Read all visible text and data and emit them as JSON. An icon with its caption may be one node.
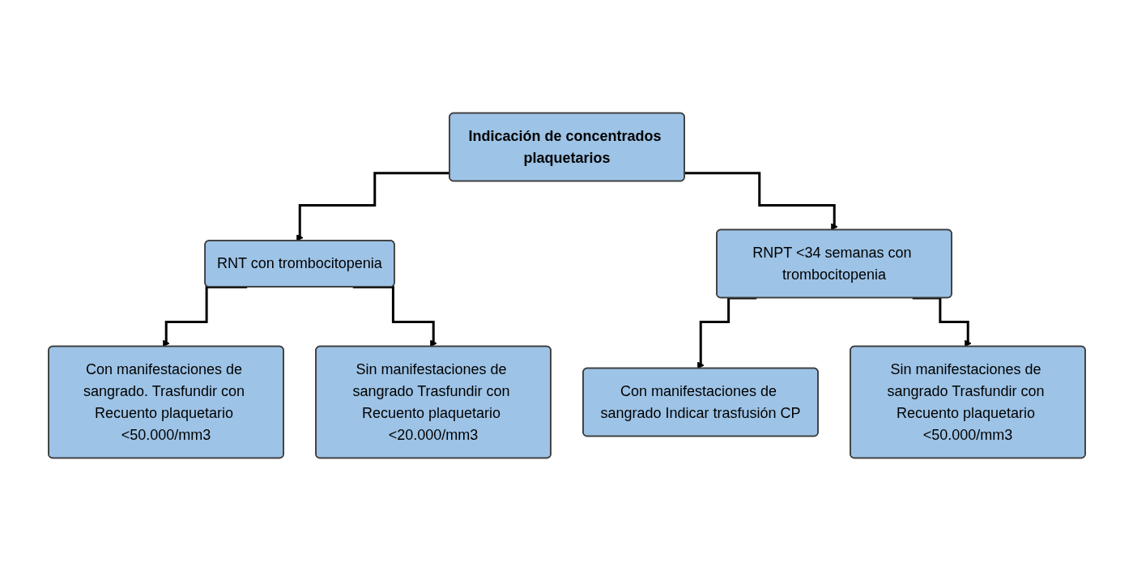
{
  "diagram": {
    "nodes": [
      {
        "text": [
          "Indicación de concentrados plaquetarios"
        ]
      },
      {
        "text": [
          "RNT con trombocitopenia"
        ]
      },
      {
        "text": [
          "RNPT <34 semanas con trombocitopenia"
        ]
      },
      {
        "text": [
          "Con manifestaciones de sangrado. Trasfundir con Recuento plaquetario <50.000/mm3"
        ]
      },
      {
        "text": [
          "Sin manifestaciones de sangrado Trasfundir con Recuento plaquetario <20.000/mm3"
        ]
      },
      {
        "text": [
          "Con manifestaciones de sangrado Indicar trasfusión CP"
        ]
      },
      {
        "text": [
          "Sin manifestaciones de sangrado Trasfundir con Recuento plaquetario <50.000/mm3"
        ]
      }
    ],
    "edges": [
      {
        "from": 0,
        "to": 1,
        "arrow": "to"
      },
      {
        "from": 0,
        "to": 2,
        "arrow": "to"
      },
      {
        "from": 1,
        "to": 3,
        "arrow": "to"
      },
      {
        "from": 1,
        "to": 4,
        "arrow": "to"
      },
      {
        "from": 2,
        "to": 5,
        "arrow": "to"
      },
      {
        "from": 2,
        "to": 6,
        "arrow": "to"
      }
    ]
  }
}
